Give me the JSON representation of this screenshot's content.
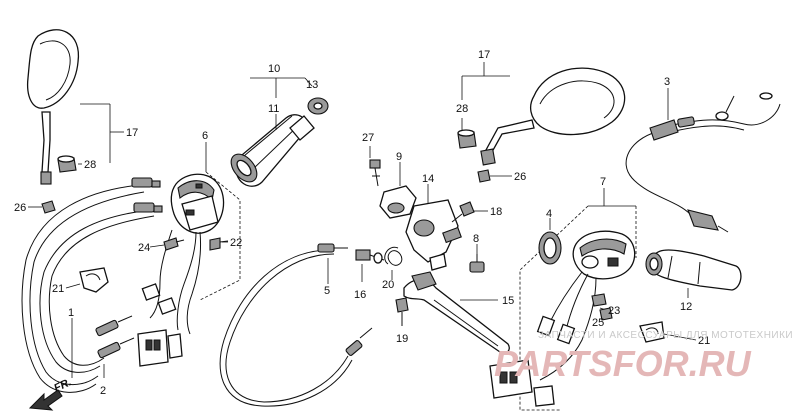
{
  "callouts": {
    "n1": "1",
    "n2": "2",
    "n3": "3",
    "n4": "4",
    "n5": "5",
    "n6": "6",
    "n7": "7",
    "n8": "8",
    "n9": "9",
    "n10": "10",
    "n11": "11",
    "n12": "12",
    "n13": "13",
    "n14": "14",
    "n15": "15",
    "n16": "16",
    "n17a": "17",
    "n17b": "17",
    "n18": "18",
    "n19": "19",
    "n20": "20",
    "n21a": "21",
    "n21b": "21",
    "n22": "22",
    "n23": "23",
    "n24": "24",
    "n25": "25",
    "n26a": "26",
    "n26b": "26",
    "n27": "27",
    "n28a": "28",
    "n28b": "28"
  },
  "direction_label": "FR.",
  "watermark": {
    "caption": "ЗАПЧАСТИ И АКСЕССУАРЫ ДЛЯ МОТОТЕХНИКИ",
    "logo": "PARTSFOR.RU"
  }
}
